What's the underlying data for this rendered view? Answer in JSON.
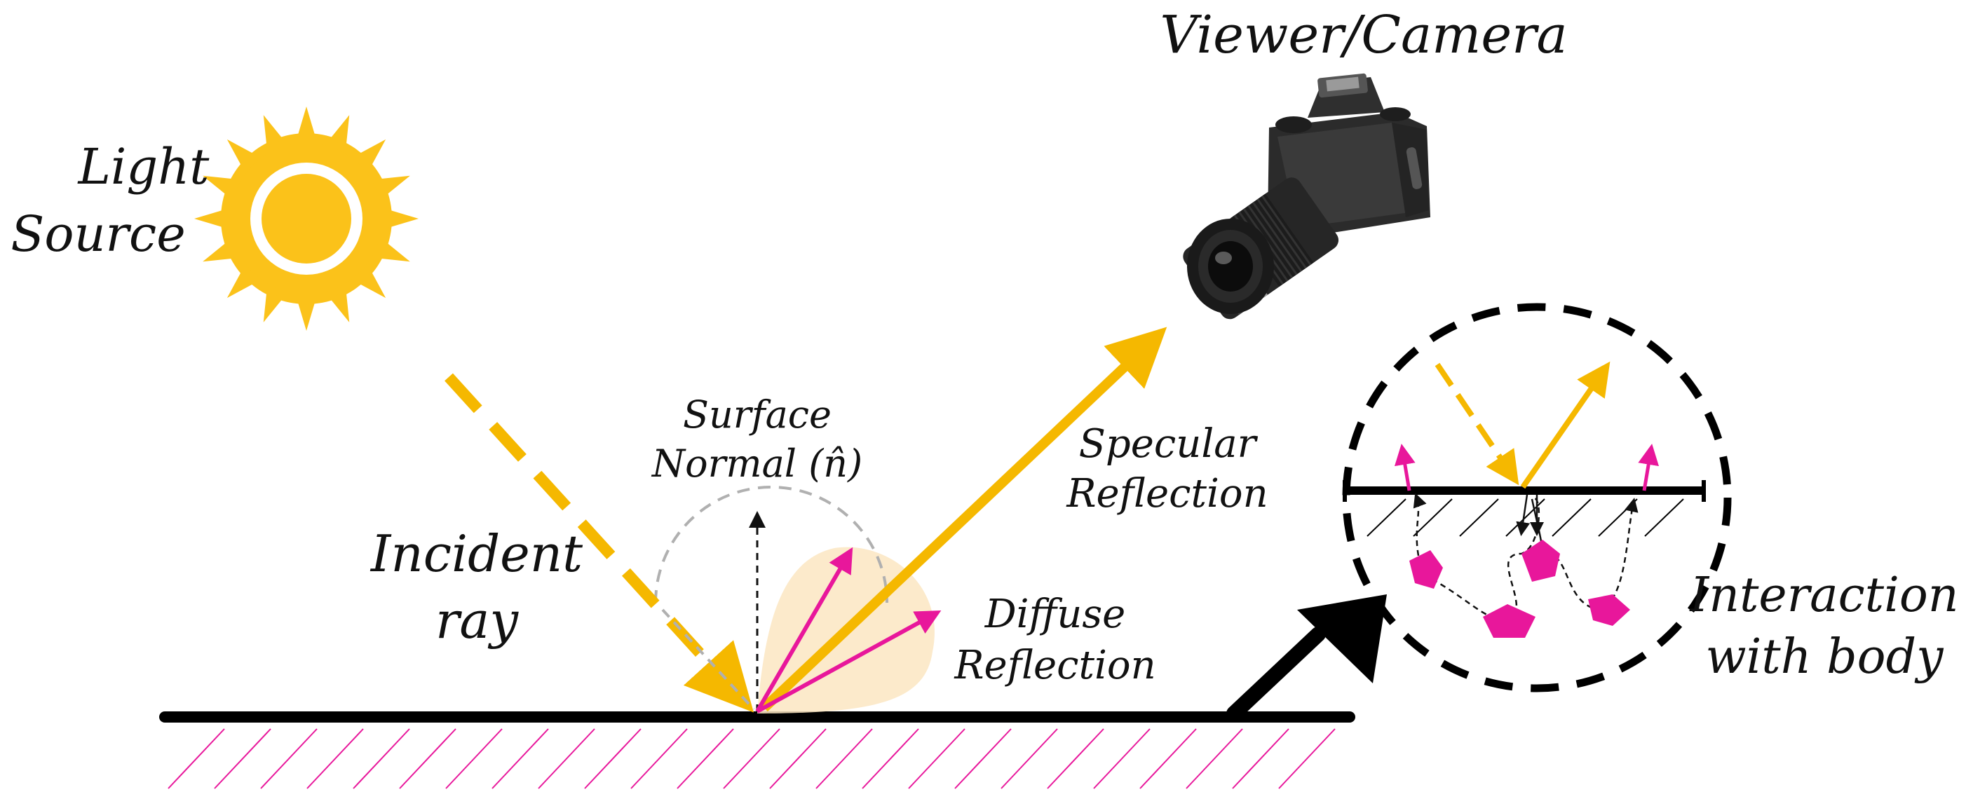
{
  "labels": {
    "light_source_1": "Light",
    "light_source_2": "Source",
    "viewer": "Viewer/Camera",
    "surface_normal_1": "Surface",
    "surface_normal_2": "Normal (n̂)",
    "incident_1": "Incident",
    "incident_2": "ray",
    "specular_1": "Specular",
    "specular_2": "Reflection",
    "diffuse_1": "Diffuse",
    "diffuse_2": "Reflection",
    "interaction_1": "Interaction",
    "interaction_2": "with body"
  },
  "icons": {
    "sun": "sun-icon",
    "camera": "camera-icon",
    "zoom_arrow": "zoom-arrow-icon"
  },
  "colors": {
    "light": "#f5b800",
    "sun": "#fbc21a",
    "diffuse": "#e8179b",
    "surface": "#000000",
    "lobe": "#fbe6c2",
    "normal_arc": "#b0b0b0"
  }
}
